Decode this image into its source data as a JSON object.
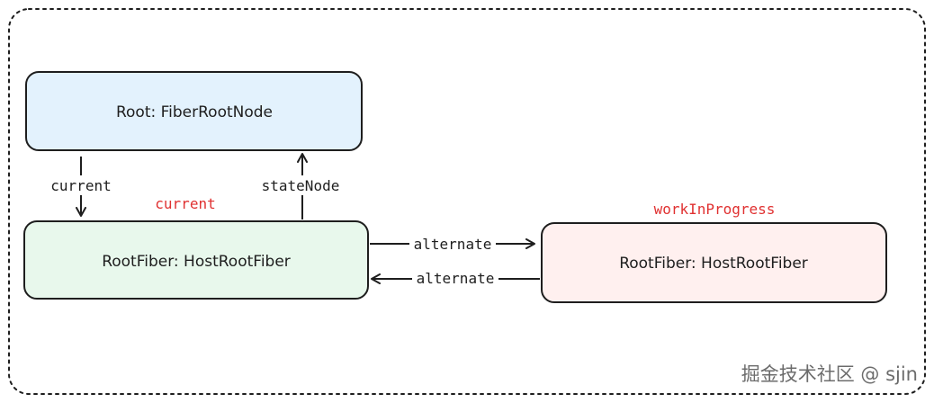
{
  "nodes": {
    "root": {
      "label": "Root: FiberRootNode",
      "fill": "#e3f2fd"
    },
    "current_fiber": {
      "label": "RootFiber: HostRootFiber",
      "fill": "#e8f8ec"
    },
    "wip_fiber": {
      "label": "RootFiber: HostRootFiber",
      "fill": "#fff0ef"
    }
  },
  "edges": {
    "current": "current",
    "state_node": "stateNode",
    "alternate_forward": "alternate",
    "alternate_back": "alternate"
  },
  "tags": {
    "current": "current",
    "work_in_progress": "workInProgress"
  },
  "watermark": "掘金技术社区 @ sjin",
  "colors": {
    "stroke": "#1e1e1e",
    "tag_red": "#e03131",
    "frame_dash": "#1e1e1e"
  }
}
